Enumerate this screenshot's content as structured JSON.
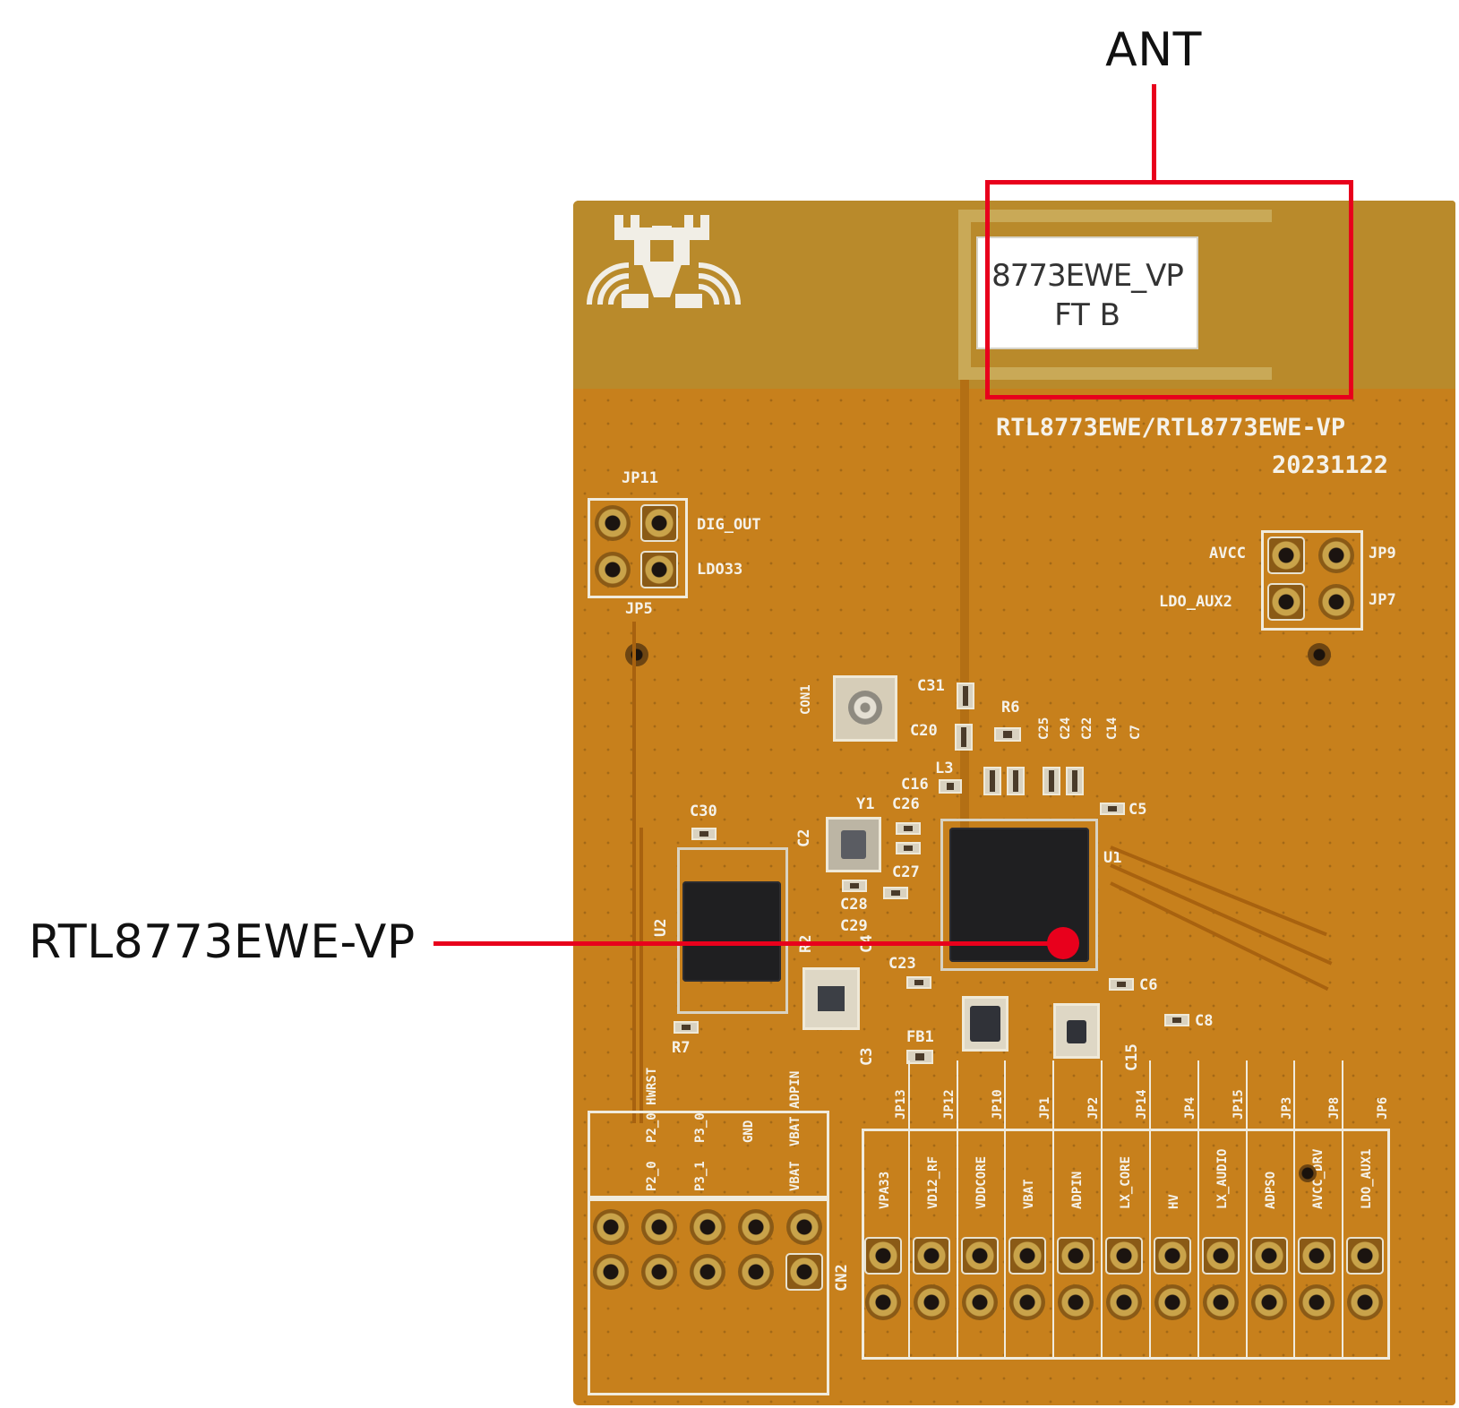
{
  "callouts": {
    "antenna": "ANT",
    "chip": "RTL8773EWE-VP"
  },
  "board": {
    "title": "RTL8773EWE/RTL8773EWE-VP",
    "date": "20231122",
    "sticker_line1": "8773EWE_VP",
    "sticker_line2": "FT B",
    "connectors": {
      "jp11": "JP11",
      "jp5": "JP5",
      "dig_out": "DIG_OUT",
      "ldo33": "LDO33",
      "avcc": "AVCC",
      "ldo_aux2": "LDO_AUX2",
      "jp9": "JP9",
      "jp7": "JP7",
      "con1": "CON1",
      "cn2": "CN2"
    },
    "components": {
      "u1": "U1",
      "u2": "U2",
      "y1": "Y1",
      "r6": "R6",
      "r7": "R7",
      "r2": "R2",
      "fb1": "FB1",
      "l3": "L3",
      "c30": "C30",
      "c31": "C31",
      "c20": "C20",
      "c16": "C16",
      "c26": "C26",
      "c27": "C27",
      "c28": "C28",
      "c29": "C29",
      "c2": "C2",
      "c23": "C23",
      "c4": "C4",
      "c3": "C3",
      "c5": "C5",
      "c6": "C6",
      "c8": "C8",
      "c15": "C15",
      "c25": "C25",
      "c24": "C24",
      "c22": "C22",
      "c14": "C14",
      "c7": "C7"
    },
    "bottom_headers": [
      "JP13",
      "JP12",
      "JP10",
      "JP1",
      "JP2",
      "JP14",
      "JP4",
      "JP15",
      "JP3",
      "JP8",
      "JP6"
    ],
    "bottom_header_labels": [
      "VPA33",
      "VD12_RF",
      "VDDCORE",
      "VBAT",
      "ADPIN",
      "LX_CORE",
      "HV",
      "LX_AUDIO",
      "ADPSO",
      "AVCC_DRV",
      "LDO_AUX1"
    ],
    "cn2_labels_top": [
      "P2_0 HWRST",
      "P3_0",
      "GND",
      "VBAT ADPIN"
    ],
    "cn2_labels_bottom": [
      "P2_0",
      "P3_1",
      "",
      "VBAT"
    ]
  },
  "colors": {
    "pcb": "#c7801c",
    "highlight": "#e8001c",
    "silkscreen": "#f5f2ea"
  }
}
